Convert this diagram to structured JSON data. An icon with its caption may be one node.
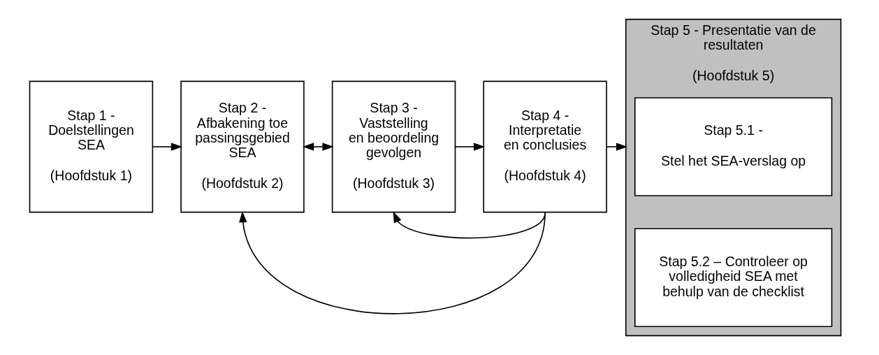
{
  "diagram": {
    "nodes": [
      {
        "text": [
          "Stap 1 - Doelstellingen SEA",
          "(Hoofdstuk 1)"
        ]
      },
      {
        "text": [
          "Stap 2 - Afbakening toepassingsgebied SEA",
          "(Hoofdstuk 2)"
        ]
      },
      {
        "text": [
          "Stap 3 - Vaststelling en beoordeling gevolgen",
          "(Hoofdstuk 3)"
        ]
      },
      {
        "text": [
          "Stap 4 - Interpretatie en conclusies",
          "(Hoofdstuk 4)"
        ]
      },
      {
        "text": [
          "Stap 5 - Presentatie van de resultaten",
          "(Hoofdstuk 5)"
        ]
      },
      {
        "text": [
          "Stap 5.1 -",
          "Stel het SEA-verslag op"
        ],
        "in": 4
      },
      {
        "text": [
          "Stap 5.2 – Controleer op volledigheid SEA met behulp van de checklist"
        ],
        "in": 4
      }
    ],
    "edges": [
      {
        "from": 0,
        "to": 1,
        "arrow": "to"
      },
      {
        "from": 1,
        "to": 2,
        "arrow": "both"
      },
      {
        "from": 2,
        "to": 3,
        "arrow": "to"
      },
      {
        "from": 3,
        "to": 4,
        "arrow": "to"
      },
      {
        "from": 3,
        "to": 1,
        "arrow": "to"
      },
      {
        "from": 3,
        "to": 2,
        "arrow": "to"
      }
    ]
  }
}
